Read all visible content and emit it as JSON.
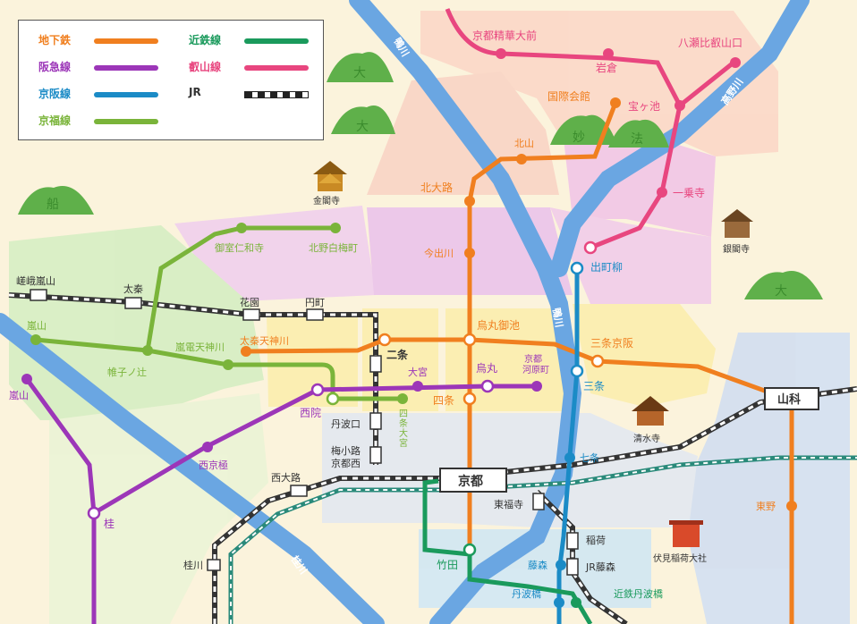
{
  "legend": {
    "subway": {
      "label": "地下鉄",
      "color": "#f07f1f"
    },
    "kintetsu": {
      "label": "近鉄線",
      "color": "#1a9a5c"
    },
    "hankyu": {
      "label": "阪急線",
      "color": "#9c36b8"
    },
    "eizan": {
      "label": "叡山線",
      "color": "#e8467f"
    },
    "keihan": {
      "label": "京阪線",
      "color": "#1b8bc6"
    },
    "jr": {
      "label": "JR"
    },
    "keifuku": {
      "label": "京福線",
      "color": "#7ab43a"
    }
  },
  "rivers": {
    "kamo": "鴨川",
    "katsura": "桂川",
    "takano": "高野川",
    "kamo2": "鴨川",
    "katsura_label": "桂川"
  },
  "mountains": {
    "funa": "船",
    "daimonji_l": "大",
    "daimonji_r": "大",
    "myo": "妙",
    "ho": "法",
    "daimonji_hi": "大"
  },
  "landmarks": {
    "kinkakuji": "金閣寺",
    "ginkakuji": "銀閣寺",
    "kiyomizu": "清水寺",
    "inari": "伏見稲荷大社"
  },
  "stations": {
    "kyoto_seika": "京都精華大前",
    "iwakura": "岩倉",
    "yase": "八瀬比叡山口",
    "kokusai": "国際会館",
    "takaragaike": "宝ヶ池",
    "kitayama": "北山",
    "kitaoji": "北大路",
    "ichijoji": "一乗寺",
    "imadegawa": "今出川",
    "demachi": "出町柳",
    "omuro": "御室仁和寺",
    "kitano": "北野白梅町",
    "saga": "嵯峨嵐山",
    "uzumasa": "太秦",
    "hanazono": "花園",
    "emmachi": "円町",
    "karasuma_oike": "烏丸御池",
    "sanjo_keihan": "三条京阪",
    "arashiyama_keifuku": "嵐山",
    "arashiden": "嵐電天神川",
    "uzumasa_tenjin": "太秦天神川",
    "nijo": "二条",
    "sanjo": "三条",
    "yamashina": "山科",
    "katabiranotsuji": "帷子ノ辻",
    "omiya": "大宮",
    "karasuma": "烏丸",
    "kawaramachi": "京都\n河原町",
    "arashiyama_hankyu": "嵐山",
    "saiin": "西院",
    "shijo": "四条",
    "shijo_omiya": "四条大宮",
    "tambaguchi": "丹波口",
    "umekoji": "梅小路\n京都西",
    "nishikyogoku": "西京極",
    "kiyomizu_st": "七条",
    "nishioji": "西大路",
    "kyoto": "京都",
    "tofukuji": "東福寺",
    "higashino": "東野",
    "katsura": "桂",
    "katsuragawa": "桂川",
    "inari_st": "稲荷",
    "takeda": "竹田",
    "fujinomori": "藤森",
    "jr_fujinomori": "JR藤森",
    "tambabashi": "丹波橋",
    "kintetsu_tambabashi": "近鉄丹波橋"
  }
}
